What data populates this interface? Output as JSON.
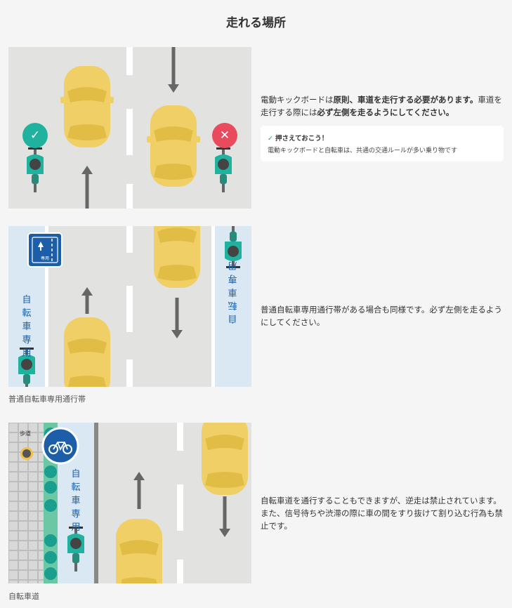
{
  "title": "走れる場所",
  "section1": {
    "text_pre": "電動キックボードは",
    "text_bold1": "原則、車道を走行する必要があります。",
    "text_mid": "車道を走行する際には",
    "text_bold2": "必ず左側を走るようにしてください。",
    "tip_title": "押さえておこう！",
    "tip_body": "電動キックボードと自転車は、共通の交通ルールが多い乗り物です",
    "ok_icon": "check-icon",
    "ng_icon": "cross-icon"
  },
  "section2": {
    "text": "普通自転車専用通行帯がある場合も同様です。必ず左側を走るようにしてください。",
    "caption": "普通自転車専用通行帯",
    "lane_chars": [
      "自",
      "転",
      "車",
      "専",
      "用"
    ],
    "right_lane_chars": [
      "自",
      "転",
      "車",
      "専",
      "用"
    ],
    "sign_label": "専用"
  },
  "section3": {
    "text": "自転車道を通行することもできますが、逆走は禁止されています。 また、信号待ちや渋滞の際に車の間をすり抜けて割り込む行為も禁止です。",
    "caption": "自転車道",
    "sidewalk_label": "歩道",
    "lane_chars": [
      "自",
      "転",
      "車",
      "専",
      "用"
    ]
  },
  "colors": {
    "car": "#f0d066",
    "car_dark": "#e2bd45",
    "road": "#e2e2e0",
    "lane_blue": "#d9e8f2",
    "teal": "#1fb39f",
    "ng_red": "#e94b5e",
    "sign_blue": "#1c5fa8"
  }
}
